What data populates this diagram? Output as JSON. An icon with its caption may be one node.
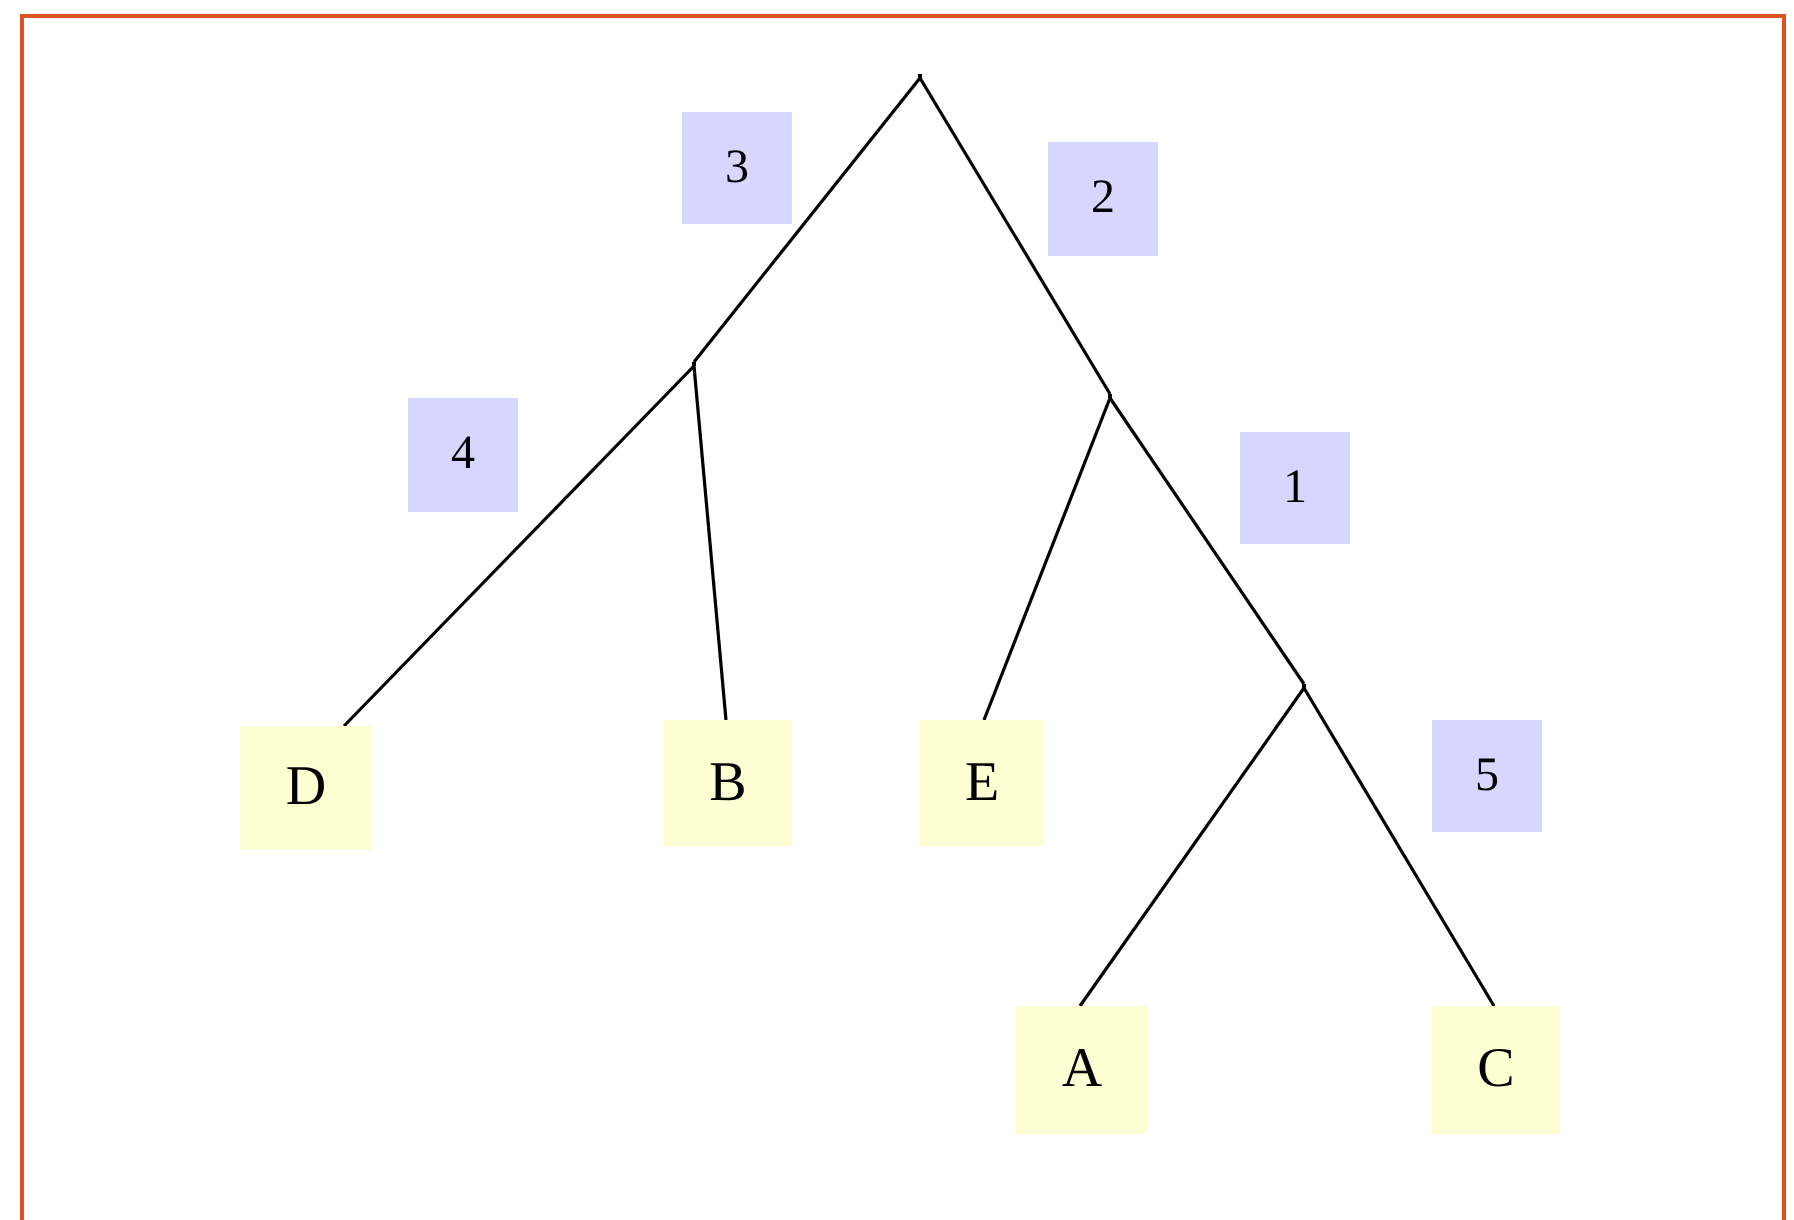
{
  "diagram": {
    "nodes": [
      {
        "text": [],
        "shape": "point"
      },
      {
        "text": [],
        "shape": "point"
      },
      {
        "text": [],
        "shape": "point"
      },
      {
        "text": [],
        "shape": "point"
      },
      {
        "text": [
          "D"
        ]
      },
      {
        "text": [
          "B"
        ]
      },
      {
        "text": [
          "E"
        ]
      },
      {
        "text": [
          "A"
        ]
      },
      {
        "text": [
          "C"
        ]
      }
    ],
    "edges": [
      {
        "from": 0,
        "to": 1,
        "arrow": "none",
        "label": "3"
      },
      {
        "from": 0,
        "to": 2,
        "arrow": "none",
        "label": "2"
      },
      {
        "from": 1,
        "to": 4,
        "arrow": "none",
        "label": "4"
      },
      {
        "from": 1,
        "to": 5,
        "arrow": "none"
      },
      {
        "from": 2,
        "to": 6,
        "arrow": "none"
      },
      {
        "from": 2,
        "to": 3,
        "arrow": "none",
        "label": "1"
      },
      {
        "from": 3,
        "to": 7,
        "arrow": "none"
      },
      {
        "from": 3,
        "to": 8,
        "arrow": "none",
        "label": "5"
      }
    ]
  }
}
